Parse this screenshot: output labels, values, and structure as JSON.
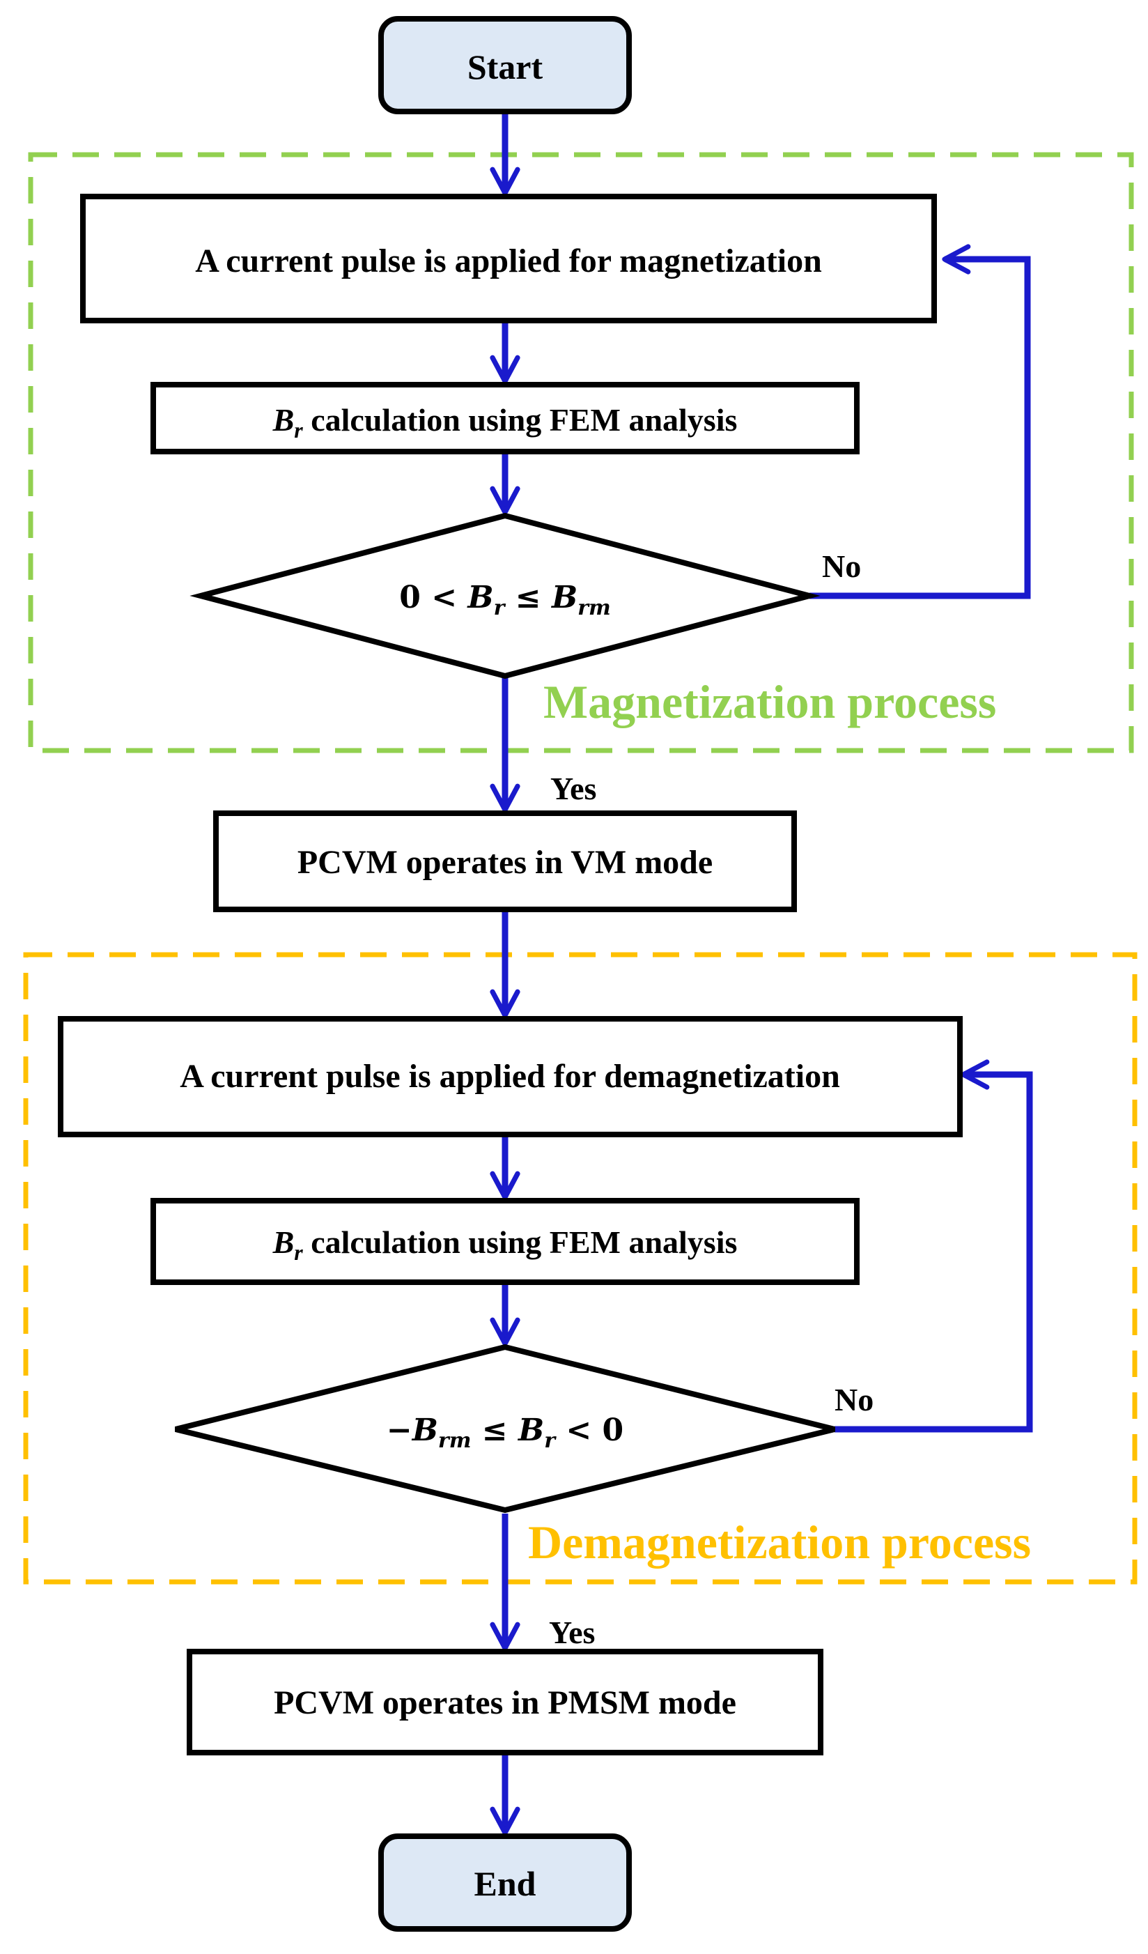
{
  "colors": {
    "arrow": "#1a1acc",
    "terminal_fill": "#dde8f5",
    "magnetization_group": "#92d050",
    "demagnetization_group": "#ffc000",
    "box_stroke": "#000000"
  },
  "nodes": {
    "start": "Start",
    "mag_pulse": "A current pulse is applied for magnetization",
    "mag_calc_suffix": "calculation using FEM analysis",
    "mag_cond_lead": "0 <",
    "vm_mode": "PCVM operates in VM mode",
    "demag_pulse": "A current pulse is applied for demagnetization",
    "demag_calc_suffix": "calculation using FEM analysis",
    "demag_cond_tail": "< 0",
    "pmsm_mode": "PCVM operates in PMSM mode",
    "end": "End"
  },
  "edges": {
    "mag_no": "No",
    "mag_yes": "Yes",
    "demag_no": "No",
    "demag_yes": "Yes"
  },
  "groups": {
    "magnetization": "Magnetization process",
    "demagnetization": "Demagnetization process"
  }
}
